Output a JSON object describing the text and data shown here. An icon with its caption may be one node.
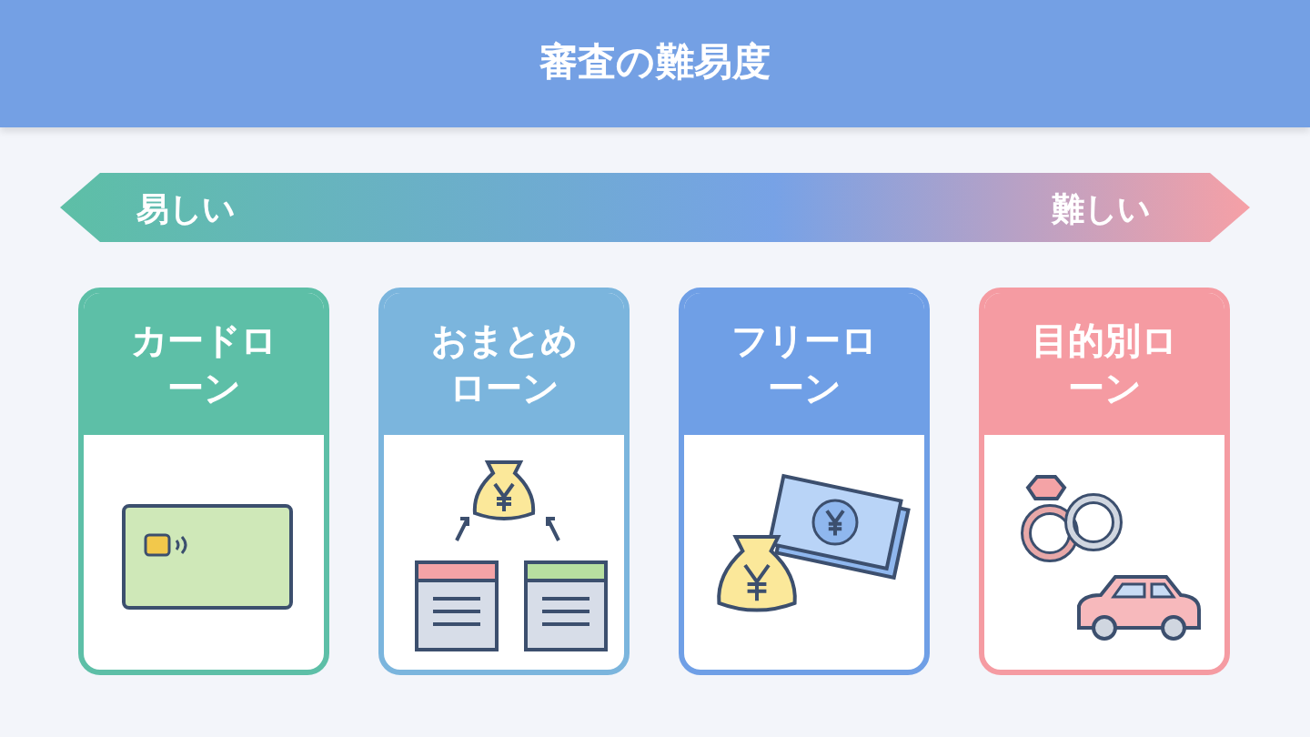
{
  "diagram": {
    "title": "審査の難易度",
    "nodes": [
      {
        "text": [
          "カードローン"
        ]
      },
      {
        "text": [
          "おまとめローン"
        ]
      },
      {
        "text": [
          "フリーローン"
        ]
      },
      {
        "text": [
          "目的別ローン"
        ]
      }
    ],
    "labels": [
      "易しい",
      "難しい"
    ]
  }
}
